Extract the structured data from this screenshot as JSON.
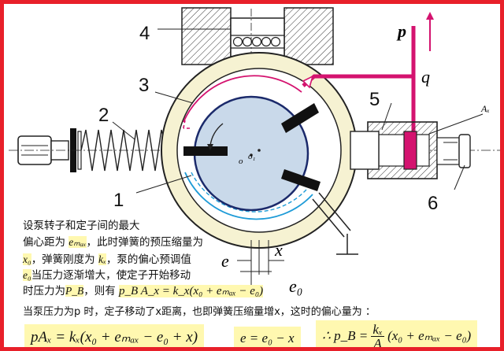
{
  "labels": {
    "n1": "1",
    "n2": "2",
    "n3": "3",
    "n4": "4",
    "n5": "5",
    "n6": "6",
    "p": "p",
    "q": "q",
    "Ax": "Aₓ",
    "o": "o",
    "o1": "o₁",
    "e": "e",
    "x": "x",
    "e0": "e₀"
  },
  "text": {
    "line1": "设泵转子和定子间的最大",
    "line2a": "偏心距为 ",
    "line2var": "eₘₐₓ",
    "line2b": "，此时弹簧的预压缩量为",
    "line3var": "x₀",
    "line3a": "，弹簧刚度为 ",
    "line3var2": "kₓ",
    "line3b": "，泵的偏心预调值",
    "line4var": "e₀",
    "line4a": "当压力逐渐增大，使定子开始移动",
    "line5a": "时压力为",
    "line5var": "P_B",
    "line5b": "，则有 ",
    "line5eq": "p_B A_x = k_x(x₀ + eₘₐₓ − e₀)",
    "bottom": "当泵压力为p 时，定子移动了x距离，也即弹簧压缩量增x，这时的偏心量为 ："
  },
  "formulas": {
    "f1": "pAₓ = kₓ(x₀ + eₘₐₓ − e₀ + x)",
    "f2": "e = e₀ − x",
    "f3_prefix": "∴ p_B = ",
    "f3_num": "kₓ",
    "f3_den": "A",
    "f3_rest": "(x₀ + eₘₐₓ − e₀)"
  },
  "colors": {
    "frame": "#e8202a",
    "rotor": "#c9d9ea",
    "rotor_edge": "#1b2a6b",
    "stator": "#f6f2d2",
    "magenta": "#d4136f",
    "cyan": "#1e9bd7",
    "highlight": "#fff8b0"
  }
}
